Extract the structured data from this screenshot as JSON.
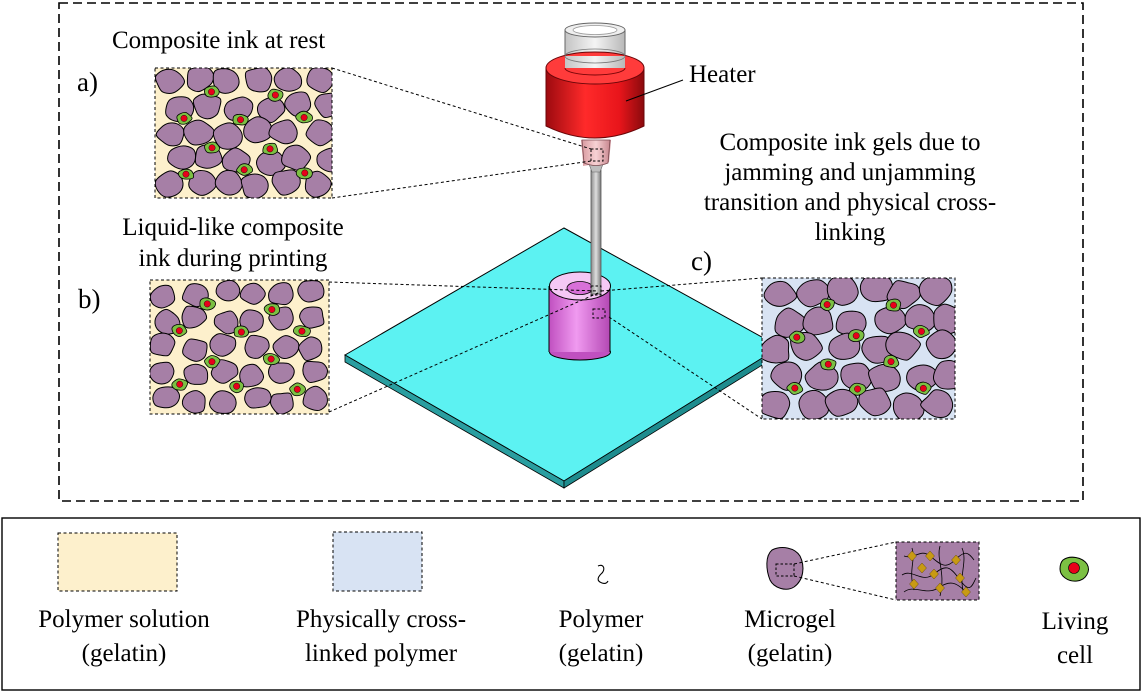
{
  "panels": {
    "a": {
      "letter": "a)",
      "title": "Composite ink at rest"
    },
    "b": {
      "letter": "b)",
      "title_line1": "Liquid-like composite",
      "title_line2": "ink during printing"
    },
    "c": {
      "letter": "c)",
      "title_line1": "Composite ink gels due to",
      "title_line2": "jamming and unjamming",
      "title_line3": "transition and physical cross-",
      "title_line4": "linking"
    }
  },
  "labels": {
    "heater": "Heater"
  },
  "legend": {
    "polymer_solution": {
      "line1": "Polymer solution",
      "line2": "(gelatin)"
    },
    "crosslinked": {
      "line1": "Physically cross-",
      "line2": "linked polymer"
    },
    "polymer": {
      "line1": "Polymer",
      "line2": "(gelatin)"
    },
    "microgel": {
      "line1": "Microgel",
      "line2": "(gelatin)"
    },
    "living_cell": {
      "line1": "Living",
      "line2": "cell"
    }
  },
  "colors": {
    "solution": "#fdf0cc",
    "crosslinked": "#d8e3f3",
    "microgel": "#a67fa6",
    "cell": "#7cc043",
    "nucleus": "#e8001a",
    "platform": "#5cf2f2",
    "construct": "#e87ae8",
    "heater": "#e8151b",
    "crosslinker": "#c89a14"
  }
}
